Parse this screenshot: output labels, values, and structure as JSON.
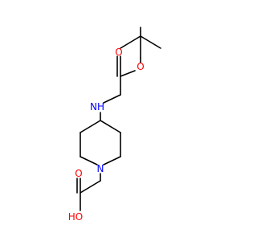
{
  "molecule": {
    "atom_colors": {
      "carbon": "#000000",
      "oxygen": "#ff0000",
      "nitrogen": "#0000ff"
    },
    "labels": {
      "ester_oxygen": "O",
      "carbonyl_oxygen_top": "O",
      "amine_nitrogen": "NH",
      "ring_nitrogen": "N",
      "carbonyl_oxygen_bottom": "O",
      "hydroxyl": "HO"
    }
  }
}
